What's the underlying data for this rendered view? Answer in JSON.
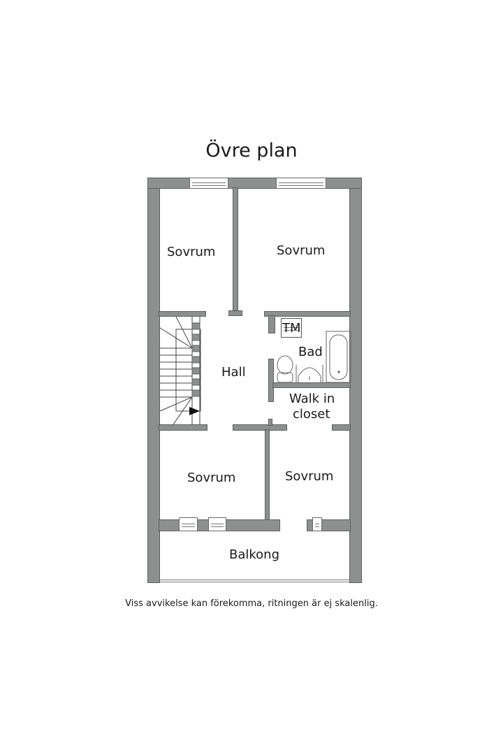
{
  "title": "Övre plan",
  "rooms": {
    "sovrum_top_left": "Sovrum",
    "sovrum_top_right": "Sovrum",
    "hall": "Hall",
    "tm": "TM",
    "bad": "Bad",
    "walk_in_closet_line1": "Walk in",
    "walk_in_closet_line2": "closet",
    "sovrum_bottom_left": "Sovrum",
    "sovrum_bottom_right": "Sovrum",
    "balkong": "Balkong"
  },
  "footnote": "Viss avvikelse kan förekomma, ritningen är ej skalenlig.",
  "colors": {
    "wall": "#8e9090",
    "wall_outline": "#5e6060",
    "background": "#ffffff",
    "text": "#1a1a1a"
  }
}
